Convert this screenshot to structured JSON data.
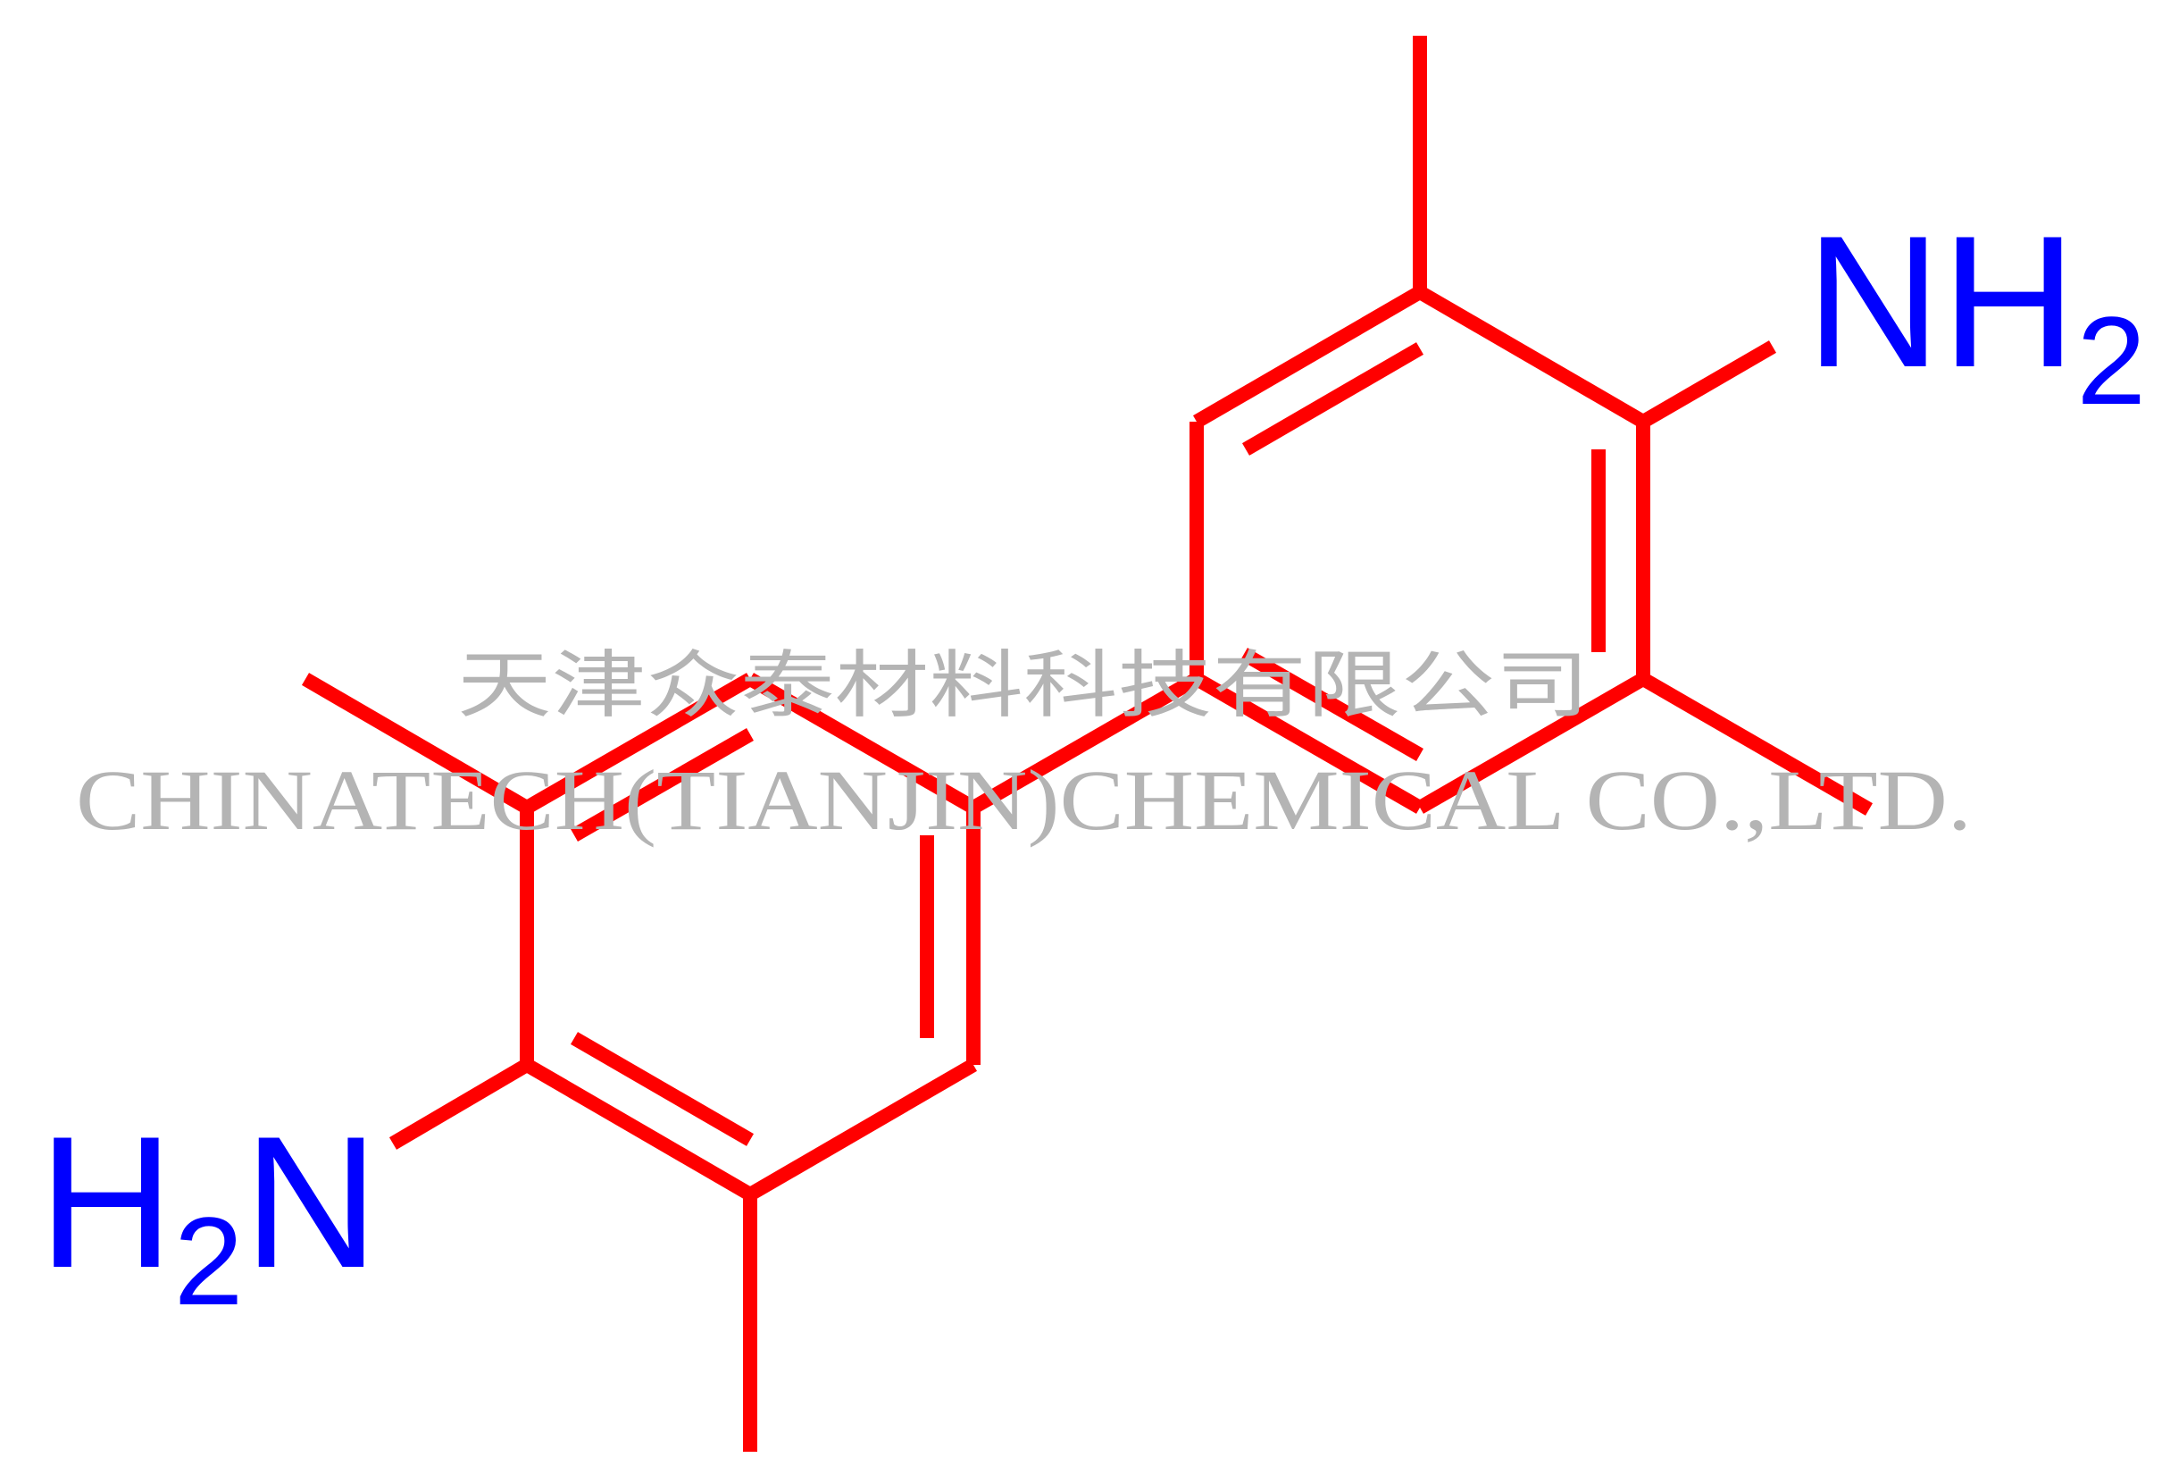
{
  "colors": {
    "bond": "#ff0000",
    "nitrogen": "#0000ff",
    "watermark": "#b4b4b4",
    "background": "#ffffff"
  },
  "molecule": {
    "amine_top": {
      "element": "N",
      "hydrogen": "H",
      "count": "2"
    },
    "amine_bottom": {
      "hydrogen": "H",
      "count": "2",
      "element": "N"
    }
  },
  "watermark": {
    "line_cn": "天津众泰材料科技有限公司",
    "line_en": "CHINATECH(TIANJIN)CHEMICAL CO.,LTD."
  }
}
